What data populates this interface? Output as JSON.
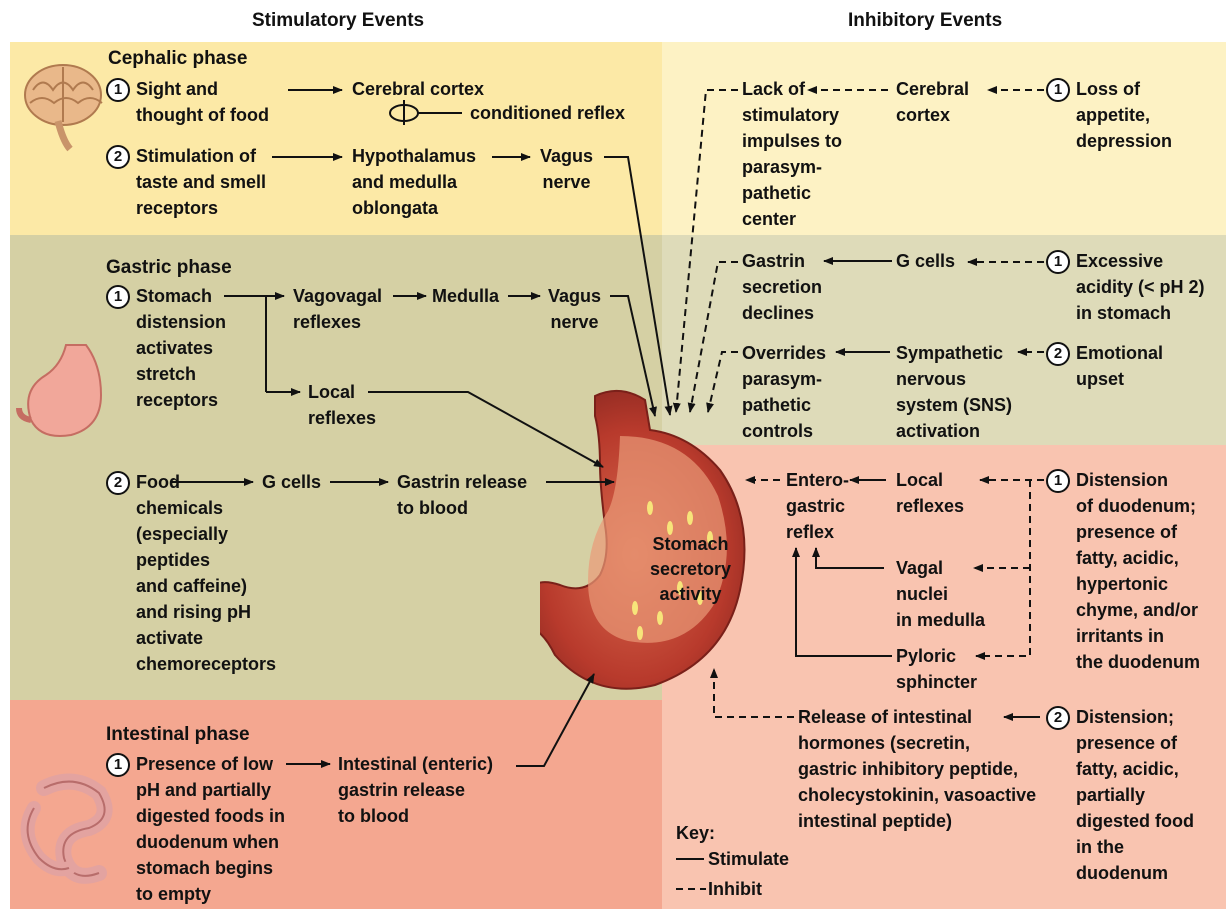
{
  "headers": {
    "stimulatory": "Stimulatory Events",
    "inhibitory": "Inhibitory Events"
  },
  "colors": {
    "cephalic_band": "#fce9a6",
    "cephalic_right": "#fdf2c4",
    "gastric_band": "#d5d0a4",
    "gastric_right": "#dedbb9",
    "intestinal_band": "#f4a790",
    "intestinal_right": "#f9c4b0",
    "stomach": "#c4473a",
    "arrow": "#111111"
  },
  "cephalic": {
    "title": "Cephalic phase",
    "n1": "1",
    "n2": "2",
    "s1_line1": "Sight and",
    "s1_line2": "thought of food",
    "cortex": "Cerebral cortex",
    "conditioned": "conditioned reflex",
    "s2_line1": "Stimulation of",
    "s2_line2": "taste and smell",
    "s2_line3": "receptors",
    "hypo_line1": "Hypothalamus",
    "hypo_line2": "and medulla",
    "hypo_line3": "oblongata",
    "vagus_line1": "Vagus",
    "vagus_line2": "nerve"
  },
  "gastric": {
    "title": "Gastric phase",
    "n1": "1",
    "n2": "2",
    "s1": [
      "Stomach",
      "distension",
      "activates",
      "stretch",
      "receptors"
    ],
    "vagovagal_line1": "Vagovagal",
    "vagovagal_line2": "reflexes",
    "medulla": "Medulla",
    "vagus_line1": "Vagus",
    "vagus_line2": "nerve",
    "local_line1": "Local",
    "local_line2": "reflexes",
    "food": [
      "Food",
      "chemicals",
      "(especially",
      "peptides",
      "and caffeine)",
      "and rising pH",
      "activate",
      "chemoreceptors"
    ],
    "gcells": "G cells",
    "gastrin_line1": "Gastrin release",
    "gastrin_line2": "to blood"
  },
  "intestinal": {
    "title": "Intestinal phase",
    "n1": "1",
    "s1": [
      "Presence of low",
      "pH and partially",
      "digested foods in",
      "duodenum when",
      "stomach begins",
      "to empty"
    ],
    "enteric_line1": "Intestinal (enteric)",
    "enteric_line2": "gastrin release",
    "enteric_line3": "to blood"
  },
  "stomach_label": [
    "Stomach",
    "secretory",
    "activity"
  ],
  "inhibitory": {
    "lack": [
      "Lack of",
      "stimulatory",
      "impulses to",
      "parasym-",
      "pathetic",
      "center"
    ],
    "cortex_line1": "Cerebral",
    "cortex_line2": "cortex",
    "n1a": "1",
    "appetite": [
      "Loss of",
      "appetite,",
      "depression"
    ],
    "gastrin_dec": [
      "Gastrin",
      "secretion",
      "declines"
    ],
    "gcells": "G cells",
    "n1b": "1",
    "acidity": [
      "Excessive",
      "acidity (< pH 2)",
      "in stomach"
    ],
    "overrides": [
      "Overrides",
      "parasym-",
      "pathetic",
      "controls"
    ],
    "sns": [
      "Sympathetic",
      "nervous",
      "system (SNS)",
      "activation"
    ],
    "n2a": "2",
    "emotional": [
      "Emotional",
      "upset"
    ],
    "entero": [
      "Entero-",
      "gastric",
      "reflex"
    ],
    "local_line1": "Local",
    "local_line2": "reflexes",
    "n1c": "1",
    "distension1": [
      "Distension",
      "of duodenum;",
      "presence of",
      "fatty, acidic,",
      "hypertonic",
      "chyme, and/or",
      "irritants in",
      "the duodenum"
    ],
    "vagal": [
      "Vagal",
      "nuclei",
      "in medulla"
    ],
    "pyloric_line1": "Pyloric",
    "pyloric_line2": "sphincter",
    "release": [
      "Release of intestinal",
      "hormones (secretin,",
      "gastric inhibitory peptide,",
      "cholecystokinin, vasoactive",
      "intestinal peptide)"
    ],
    "n2b": "2",
    "distension2": [
      "Distension;",
      "presence of",
      "fatty, acidic,",
      "partially",
      "digested food",
      "in the",
      "duodenum"
    ]
  },
  "key": {
    "title": "Key:",
    "stimulate": "Stimulate",
    "inhibit": "Inhibit"
  }
}
